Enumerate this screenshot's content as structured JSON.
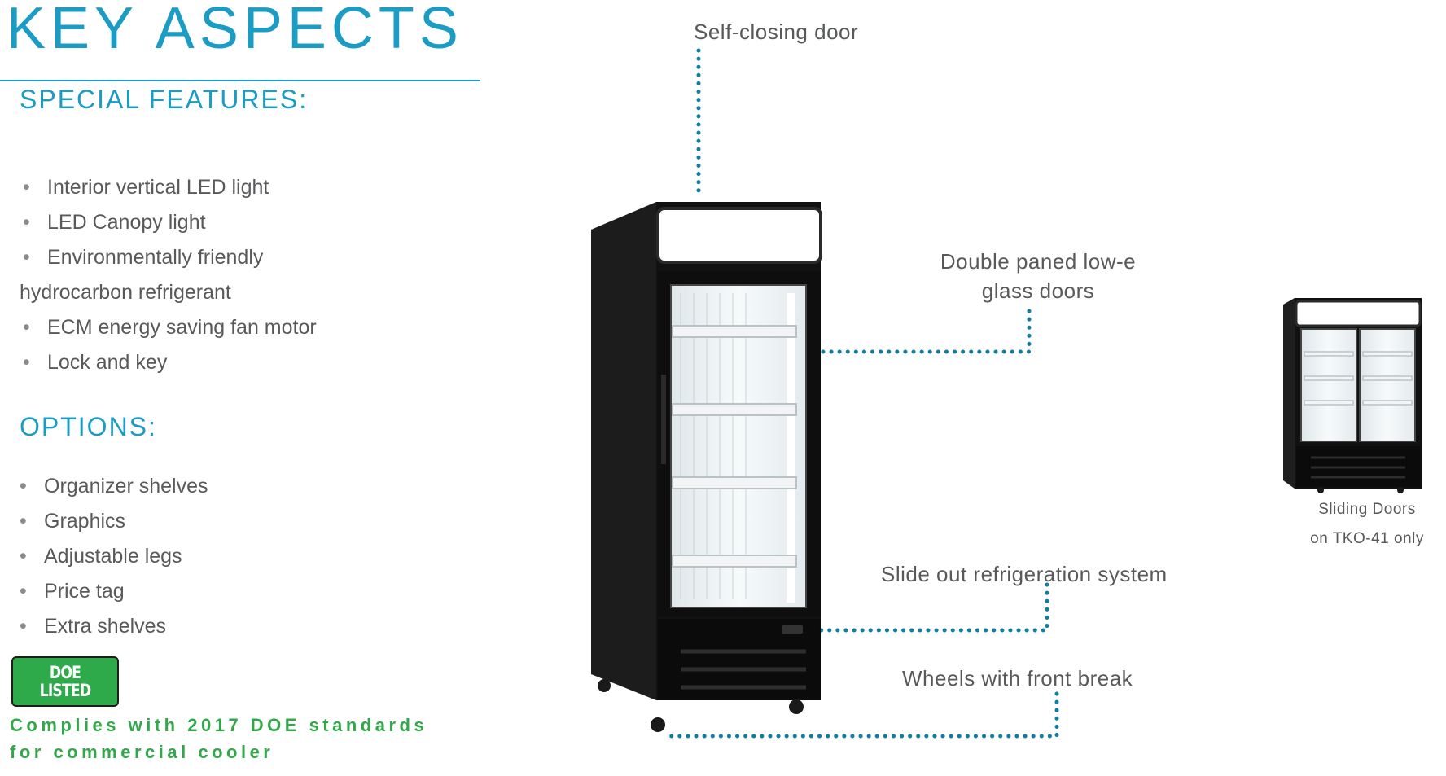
{
  "header": {
    "title": "KEY ASPECTS"
  },
  "features": {
    "heading": "SPECIAL FEATURES:",
    "items": [
      "Interior vertical LED light",
      "LED Canopy light",
      "Environmentally friendly",
      "ECM energy saving fan motor",
      "Lock and key"
    ],
    "continuation": "hydrocarbon refrigerant"
  },
  "options": {
    "heading": "OPTIONS:",
    "items": [
      "Organizer shelves",
      "Graphics",
      "Adjustable legs",
      "Price tag",
      "Extra shelves"
    ]
  },
  "doe": {
    "badge_line1": "DOE",
    "badge_line2": "LISTED",
    "comply_line1": "Complies with 2017 DOE standards",
    "comply_line2": "for commercial cooler"
  },
  "callouts": {
    "self_closing": "Self-closing door",
    "double_paned_line1": "Double paned low-e",
    "double_paned_line2": "glass doors",
    "slide_out": "Slide out refrigeration system",
    "wheels": "Wheels with front break"
  },
  "secondary": {
    "caption_line1": "Sliding Doors",
    "caption_line2": "on TKO-41 only"
  },
  "colors": {
    "accent": "#1a9cc4",
    "dotted_line": "#127d9f",
    "doe_green": "#2eaa4a",
    "comply_green": "#33a84a",
    "text": "#58595b",
    "cabinet": "#111111"
  },
  "bullet_symbol": "•"
}
